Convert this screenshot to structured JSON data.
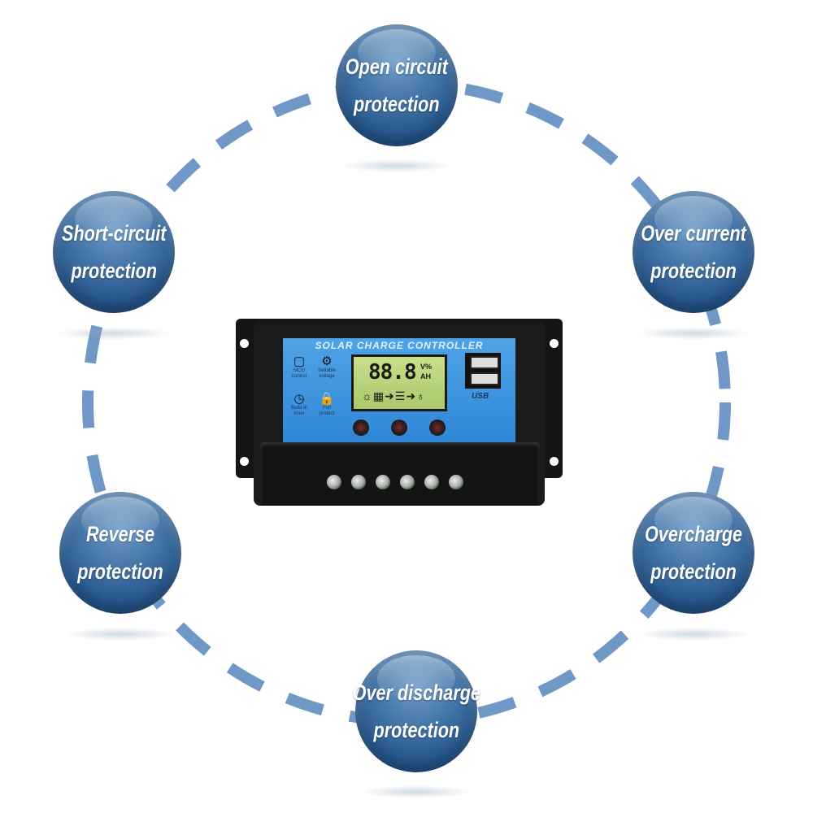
{
  "colors": {
    "ring": "#7098c6",
    "bubble": "#2a5a8f",
    "panel": "#3b93de",
    "lcd": "#b8d47a"
  },
  "features": [
    {
      "id": "open-circuit",
      "lines": [
        "Open circuit",
        "protection"
      ]
    },
    {
      "id": "over-current",
      "lines": [
        "Over current",
        "protection"
      ]
    },
    {
      "id": "overcharge",
      "lines": [
        "Overcharge",
        "protection"
      ]
    },
    {
      "id": "over-discharge",
      "lines": [
        "Over discharge",
        "protection"
      ]
    },
    {
      "id": "reverse",
      "lines": [
        "Reverse",
        "protection"
      ]
    },
    {
      "id": "short-circuit",
      "lines": [
        "Short-circuit",
        "protection"
      ]
    }
  ],
  "controller": {
    "title": "SOLAR CHARGE CONTROLLER",
    "panel_features": [
      {
        "icon": "chip-icon",
        "glyph": "▢",
        "lines": [
          "MCU",
          "control"
        ]
      },
      {
        "icon": "gear-icon",
        "glyph": "⚙",
        "lines": [
          "Settable",
          "voltage"
        ]
      },
      {
        "icon": "clock-icon",
        "glyph": "◷",
        "lines": [
          "Build-in",
          "timer"
        ]
      },
      {
        "icon": "lock-icon",
        "glyph": "🔒",
        "lines": [
          "Full",
          "protect"
        ]
      }
    ],
    "lcd_digits": "88.8",
    "lcd_units_top": "V%",
    "lcd_units_bottom": "AH",
    "lcd_flow": "☼▦➜☰➜♁",
    "usb_label": "USB"
  }
}
